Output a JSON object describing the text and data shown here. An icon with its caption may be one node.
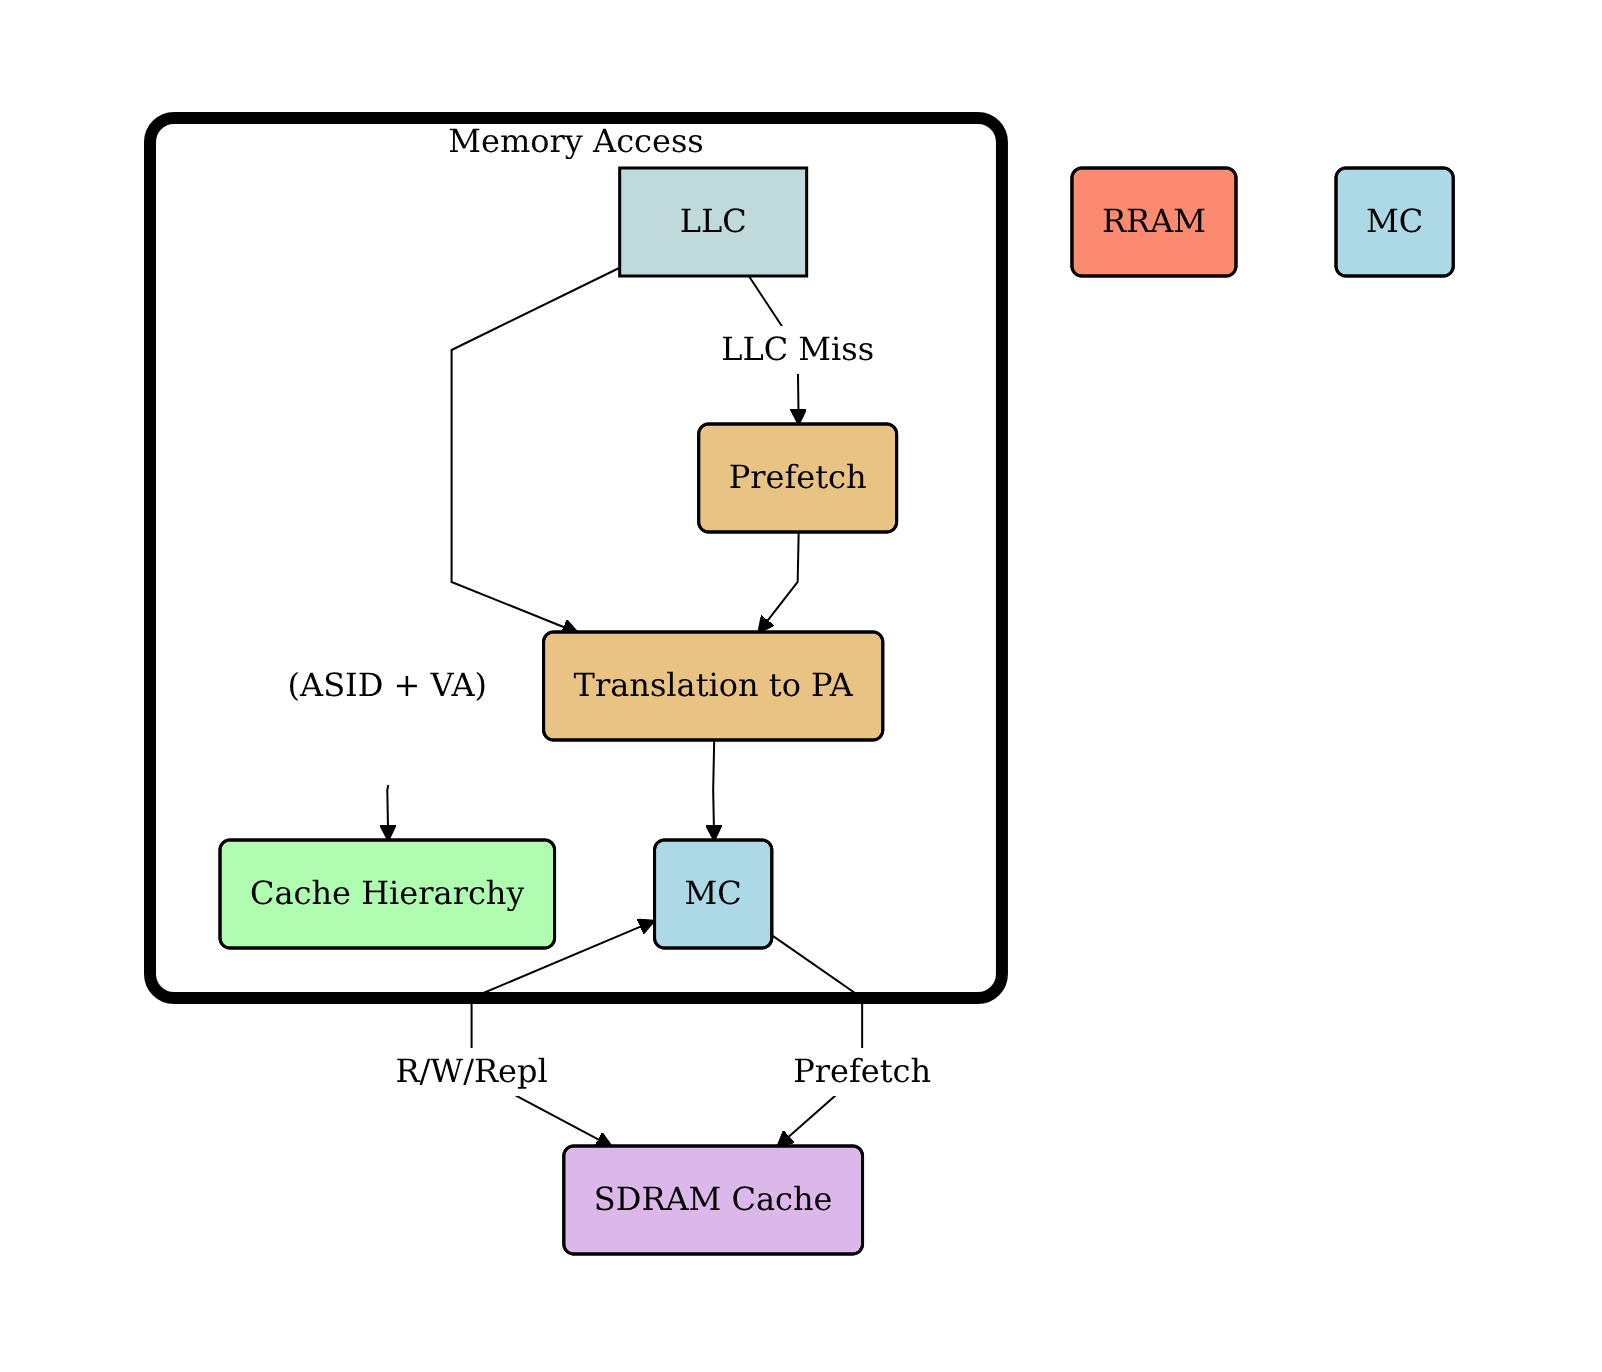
{
  "diagram": {
    "nodes": [
      {
        "text": [
          "Memory Access"
        ]
      },
      {
        "text": [
          "(ASID + VA)"
        ],
        "in": 0
      },
      {
        "text": [
          "Cache Hierarchy"
        ],
        "in": 0
      },
      {
        "text": [
          "LLC"
        ],
        "in": 0
      },
      {
        "text": [
          "Prefetch"
        ],
        "in": 0
      },
      {
        "text": [
          "Translation to PA"
        ],
        "in": 0
      },
      {
        "text": [
          "MC"
        ],
        "in": 0
      },
      {
        "text": [
          "RRAM"
        ]
      },
      {
        "text": [
          "MC"
        ]
      },
      {
        "text": [
          "SDRAM Cache"
        ]
      }
    ],
    "edges": [
      {
        "from": 1,
        "to": 2,
        "arrow": "to"
      },
      {
        "from": 3,
        "to": 4,
        "arrow": "to",
        "label": "LLC Miss"
      },
      {
        "from": 3,
        "to": 5,
        "arrow": "to"
      },
      {
        "from": 4,
        "to": 5,
        "arrow": "to"
      },
      {
        "from": 5,
        "to": 6,
        "arrow": "to"
      },
      {
        "from": 6,
        "to": 9,
        "arrow": "both",
        "label": "R/W/Repl"
      },
      {
        "from": 6,
        "to": 9,
        "arrow": "to",
        "label": "Prefetch"
      }
    ]
  }
}
